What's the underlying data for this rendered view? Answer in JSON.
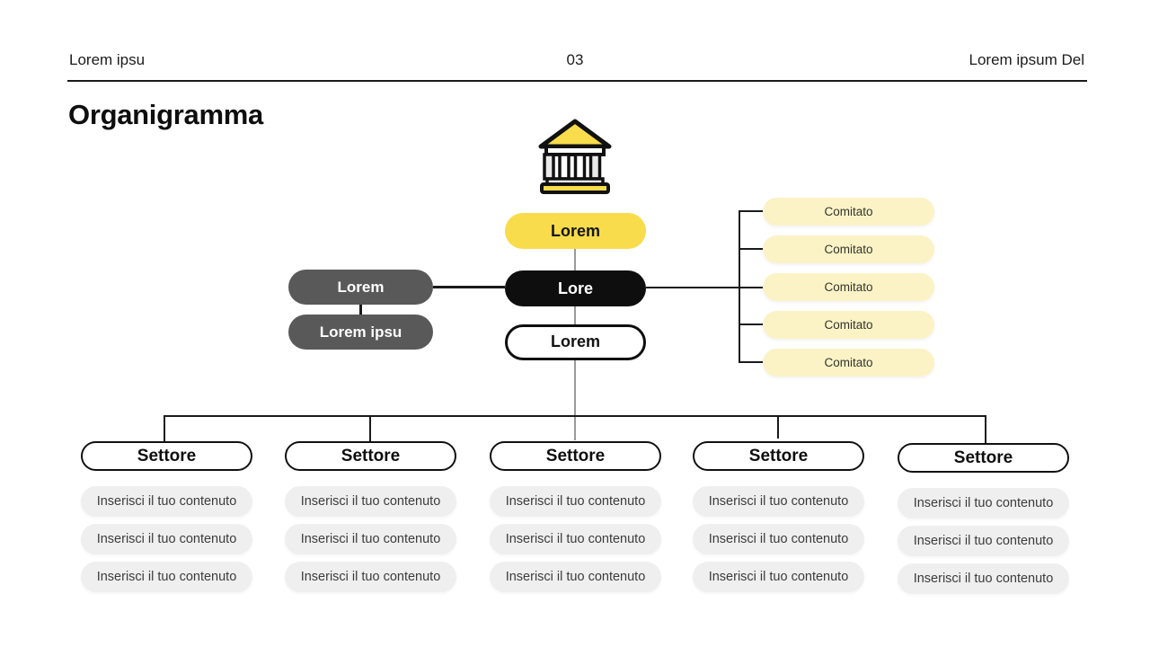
{
  "header": {
    "left_text": "Lorem ipsu",
    "page_number": "03",
    "right_text": "Lorem ipsum Del"
  },
  "title": "Organigramma",
  "org_chart": {
    "root_label": "Lorem",
    "director_label": "Lore",
    "deputy_label": "Lorem",
    "staff_left": {
      "primary_label": "Lorem",
      "secondary_label": "Lorem ipsu"
    },
    "committees": [
      {
        "label": "Comitato"
      },
      {
        "label": "Comitato"
      },
      {
        "label": "Comitato"
      },
      {
        "label": "Comitato"
      },
      {
        "label": "Comitato"
      }
    ],
    "sectors": [
      {
        "label": "Settore",
        "items": [
          "Inserisci il tuo contenuto",
          "Inserisci il tuo contenuto",
          "Inserisci il tuo contenuto"
        ]
      },
      {
        "label": "Settore",
        "items": [
          "Inserisci il tuo contenuto",
          "Inserisci il tuo contenuto",
          "Inserisci il tuo contenuto"
        ]
      },
      {
        "label": "Settore",
        "items": [
          "Inserisci il tuo contenuto",
          "Inserisci il tuo contenuto",
          "Inserisci il tuo contenuto"
        ]
      },
      {
        "label": "Settore",
        "items": [
          "Inserisci il tuo contenuto",
          "Inserisci il tuo contenuto",
          "Inserisci il tuo contenuto"
        ]
      },
      {
        "label": "Settore",
        "items": [
          "Inserisci il tuo contenuto",
          "Inserisci il tuo contenuto",
          "Inserisci il tuo contenuto"
        ]
      }
    ]
  },
  "icons": {
    "bank": "bank-icon"
  },
  "colors": {
    "accent_yellow": "#F8DC4B",
    "pale_yellow": "#FBF3C6",
    "node_black": "#0E0E0E",
    "node_gray": "#595959",
    "item_gray": "#F0EFEF",
    "line_black": "#1A1A1A",
    "line_gray": "#9A9A9A"
  }
}
